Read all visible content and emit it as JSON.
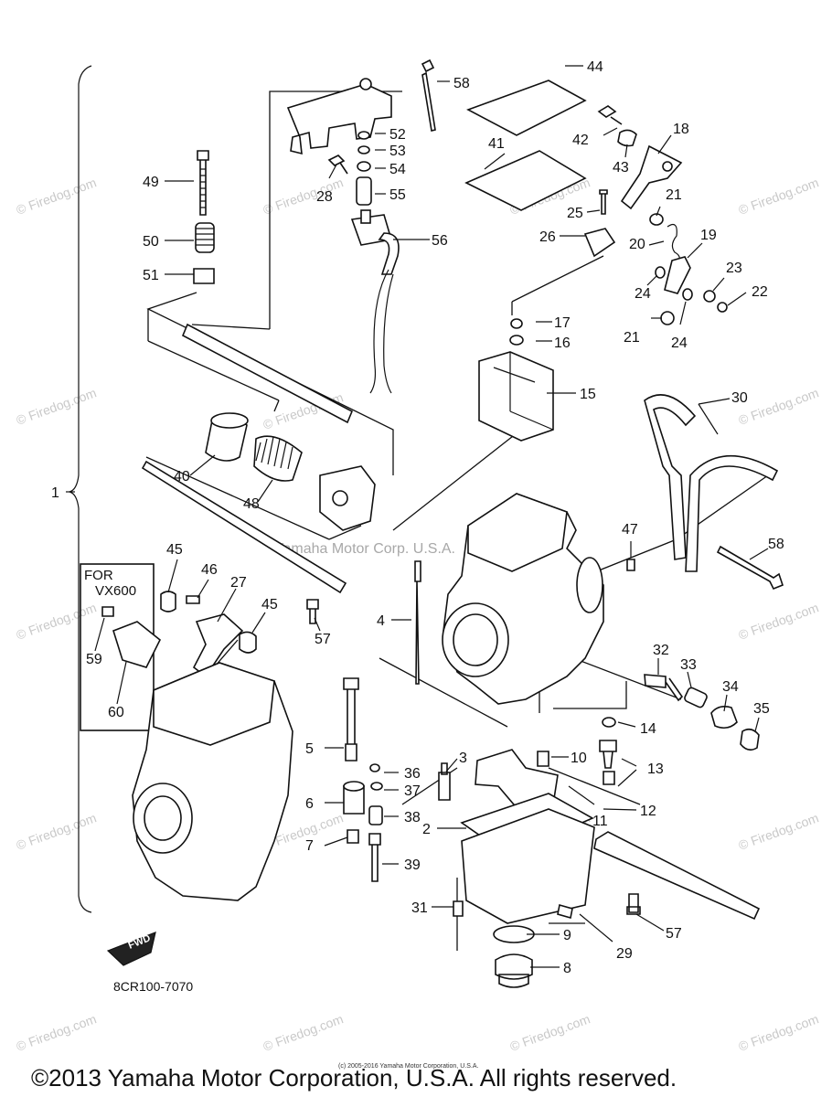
{
  "diagram": {
    "diagram_code": "8CR100-7070",
    "variant_note": "FOR\nVX600",
    "fwd_label": "FWD",
    "copyright": "©2013 Yamaha Motor Corporation, U.S.A. All rights reserved.",
    "small_copyright": "(c) 2005-2016 Yamaha Motor Corporation, U.S.A.",
    "center_watermark": "Yamaha Motor Corp. U.S.A.",
    "watermark": "© Firedog.com",
    "callouts": [
      "1",
      "2",
      "3",
      "4",
      "5",
      "6",
      "7",
      "8",
      "9",
      "10",
      "11",
      "12",
      "13",
      "14",
      "15",
      "16",
      "17",
      "18",
      "19",
      "20",
      "21",
      "21",
      "22",
      "23",
      "24",
      "24",
      "25",
      "26",
      "27",
      "28",
      "29",
      "30",
      "31",
      "32",
      "33",
      "34",
      "35",
      "36",
      "37",
      "38",
      "39",
      "40",
      "41",
      "42",
      "43",
      "44",
      "45",
      "45",
      "46",
      "47",
      "48",
      "49",
      "50",
      "51",
      "52",
      "53",
      "54",
      "55",
      "56",
      "57",
      "57",
      "58",
      "58",
      "59",
      "60"
    ]
  }
}
